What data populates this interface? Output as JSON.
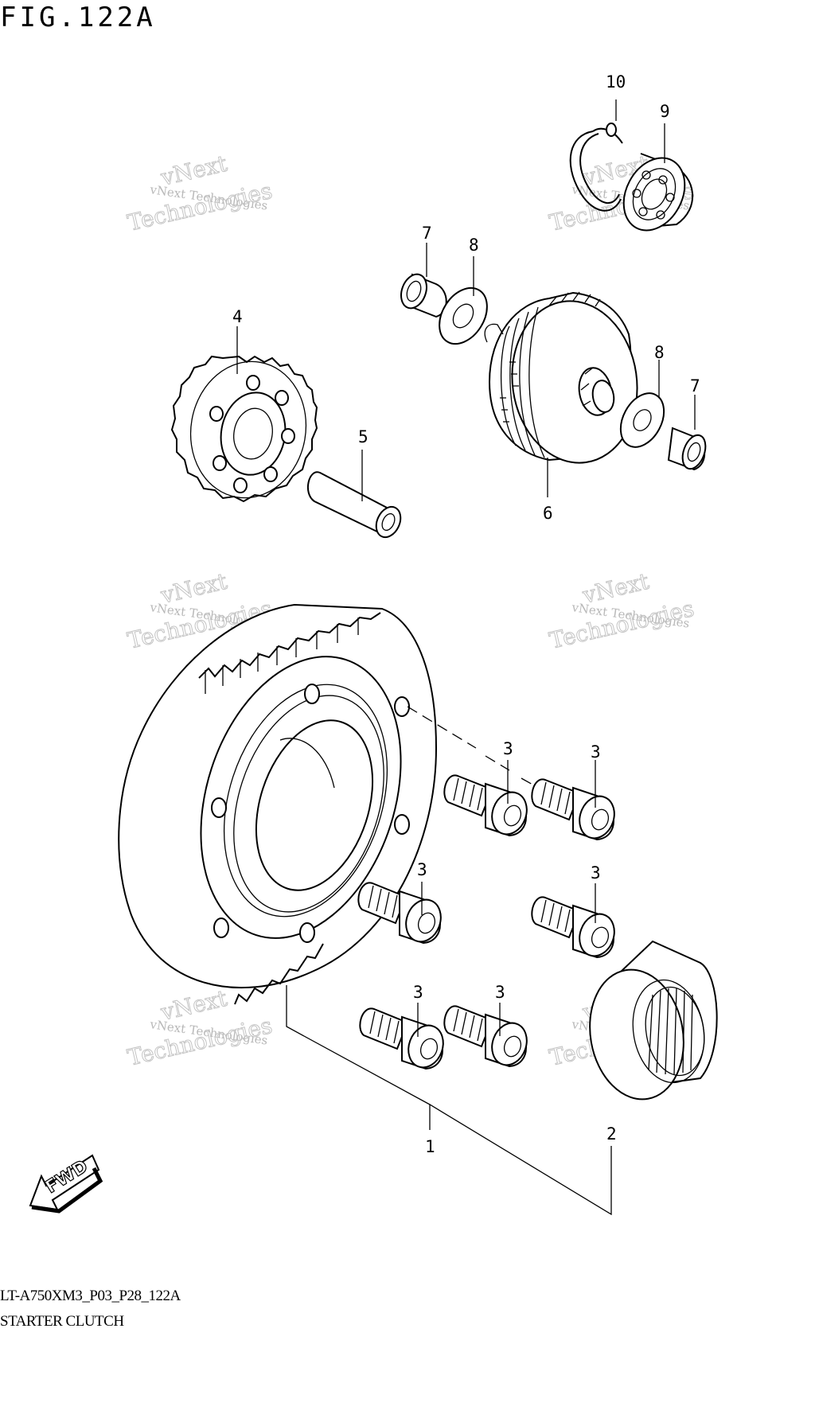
{
  "figure": {
    "title": "FIG.122A"
  },
  "model_code": "LT-A750XM3_P03_P28_122A",
  "section_name": "STARTER CLUTCH",
  "fwd_label": "FWD",
  "watermark": {
    "line1": "vNext Technologies",
    "line2": "vNext",
    "line3": "Technologies"
  },
  "callouts": {
    "c1": "1",
    "c2": "2",
    "c3a": "3",
    "c3b": "3",
    "c3c": "3",
    "c3d": "3",
    "c3e": "3",
    "c3f": "3",
    "c4": "4",
    "c5": "5",
    "c6": "6",
    "c7a": "7",
    "c7b": "7",
    "c8a": "8",
    "c8b": "8",
    "c9": "9",
    "c10": "10"
  }
}
